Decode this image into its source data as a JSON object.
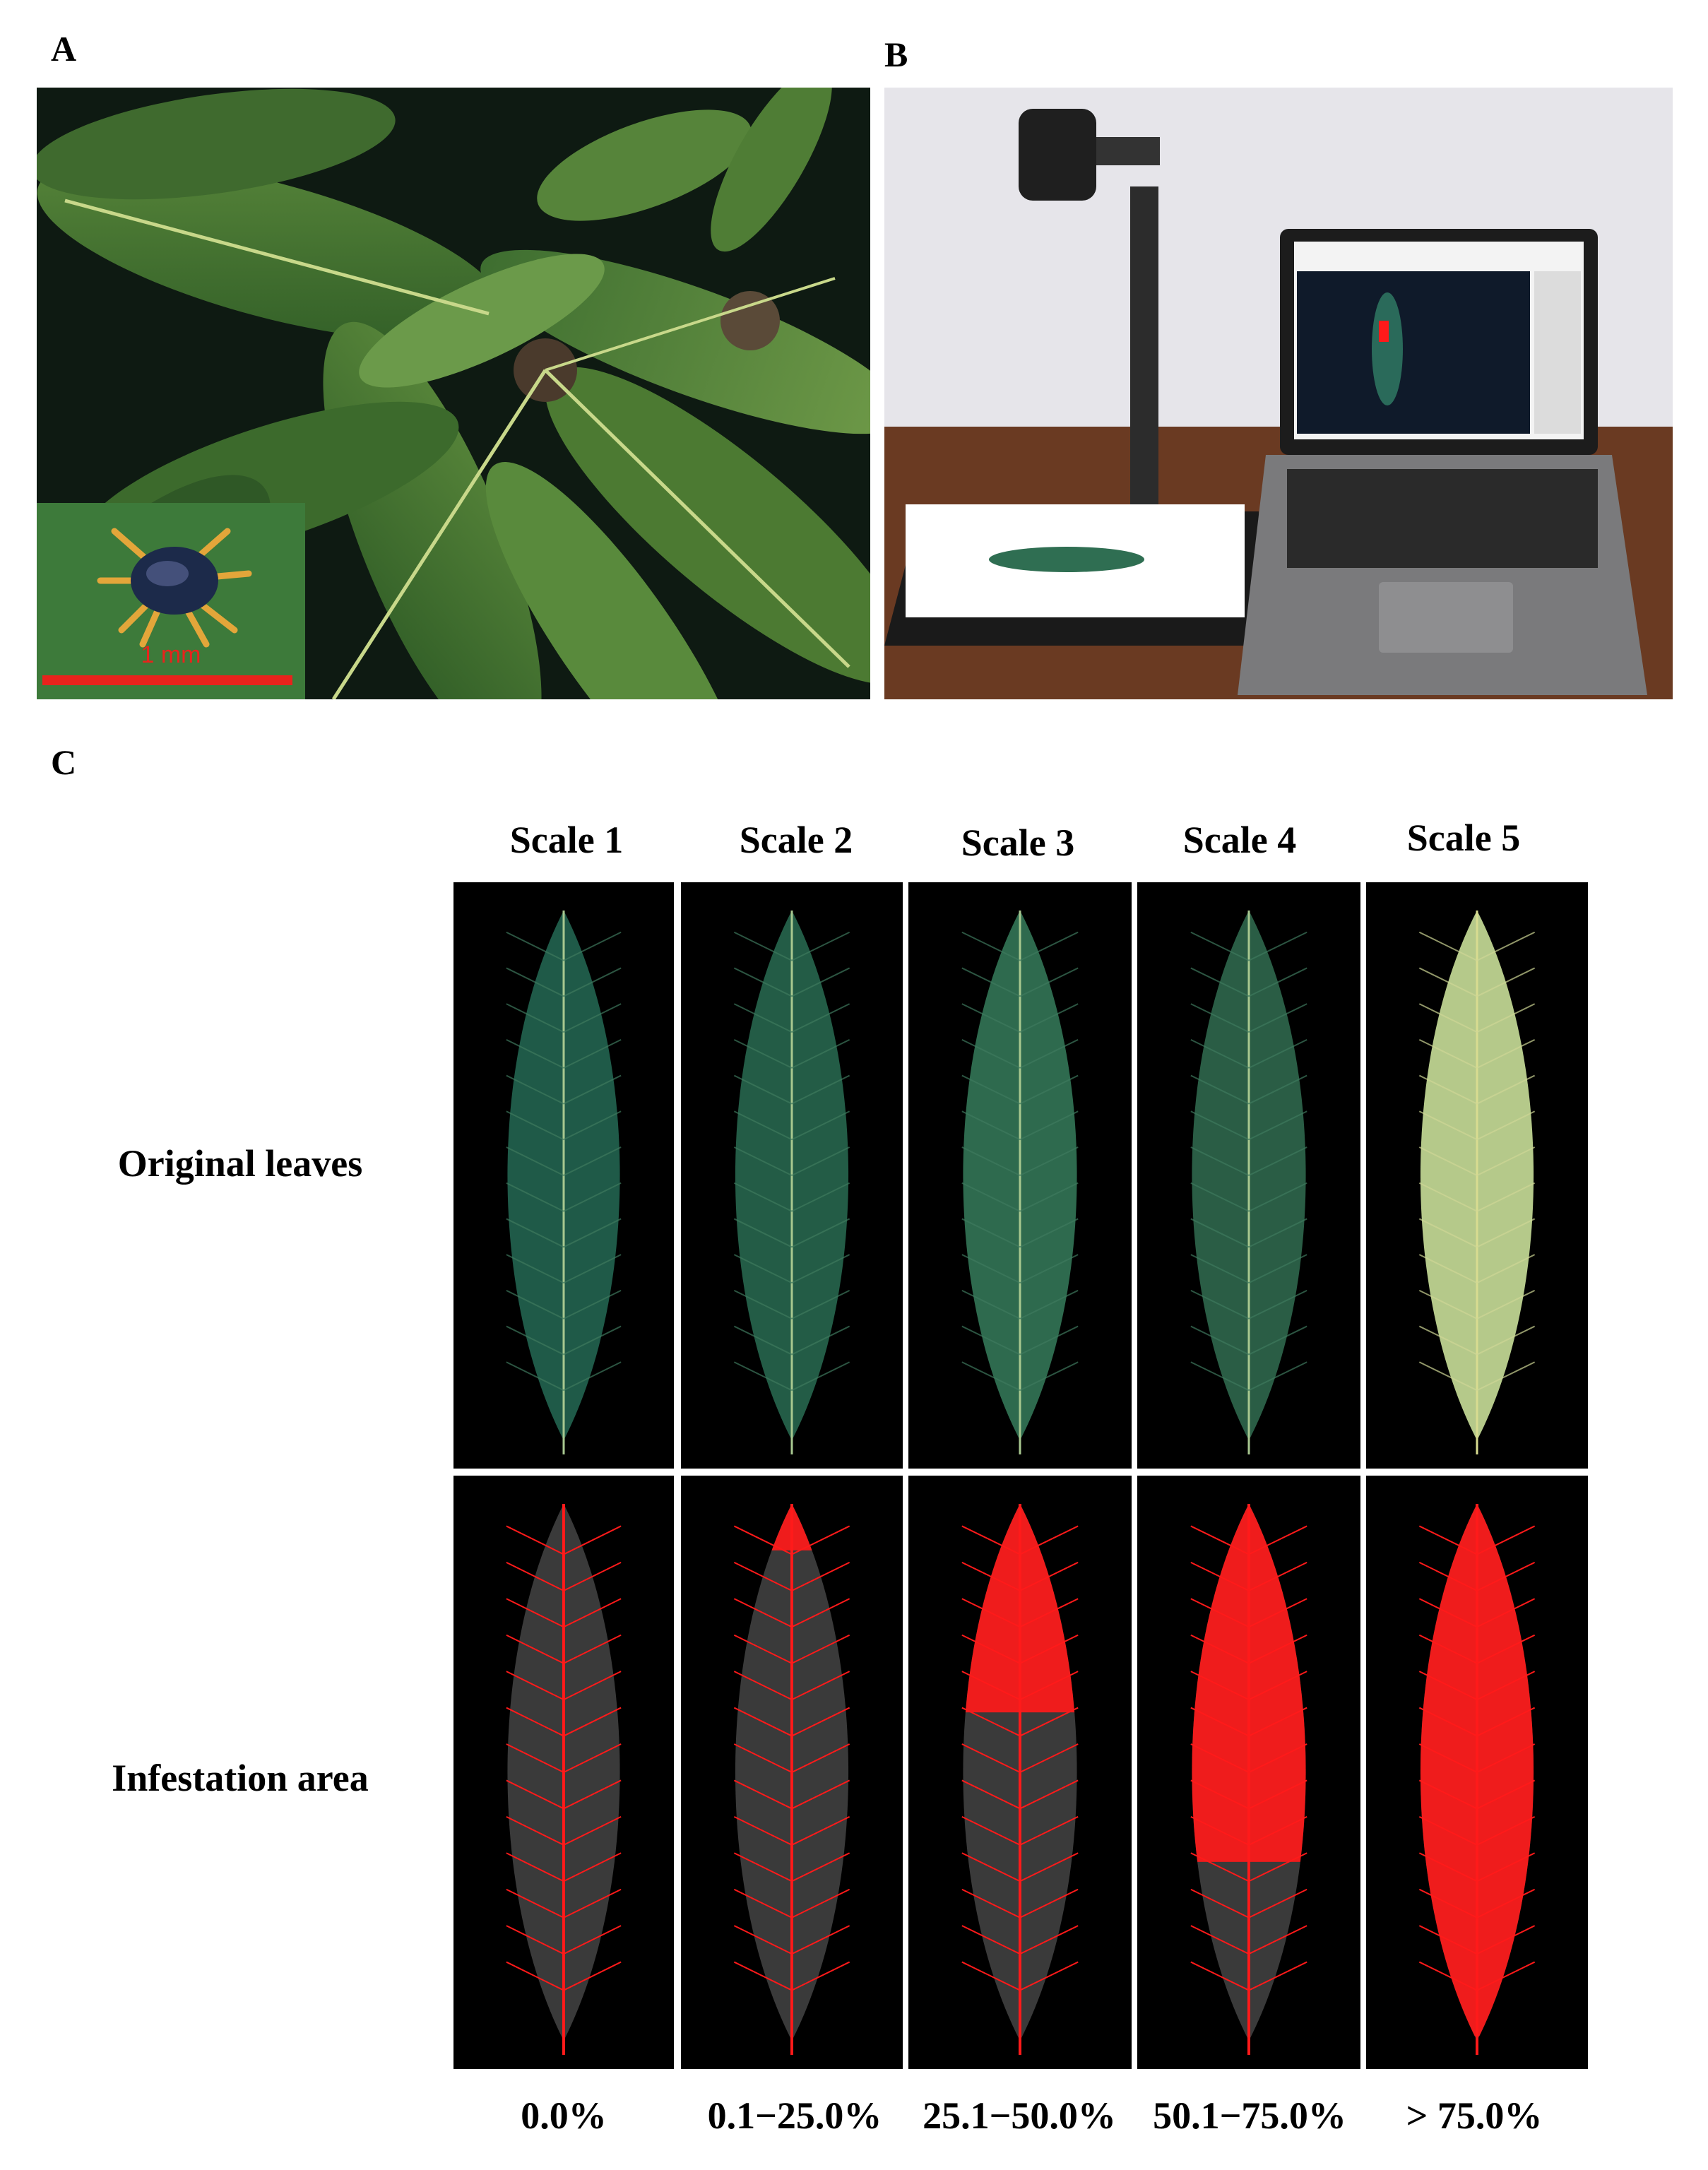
{
  "panels": {
    "a": "A",
    "b": "B",
    "c": "C"
  },
  "panel_a": {
    "inset_scale_label": "1 mm",
    "scale_color": "#e8231c"
  },
  "panel_b": {
    "screen_accent": "#2a6a5a"
  },
  "panel_c": {
    "scales": [
      "Scale 1",
      "Scale 2",
      "Scale 3",
      "Scale 4",
      "Scale 5"
    ],
    "rows": [
      "Original leaves",
      "Infestation area"
    ],
    "percentages": [
      "0.0%",
      "0.1−25.0%",
      "25.1−50.0%",
      "50.1−75.0%",
      "> 75.0%"
    ],
    "infestation_fraction": [
      0.0,
      0.12,
      0.38,
      0.62,
      0.9
    ],
    "colors": {
      "infestation": "#ff1a1a",
      "leaf_dark": "#245a45",
      "leaf_light": "#b5c98a"
    }
  }
}
